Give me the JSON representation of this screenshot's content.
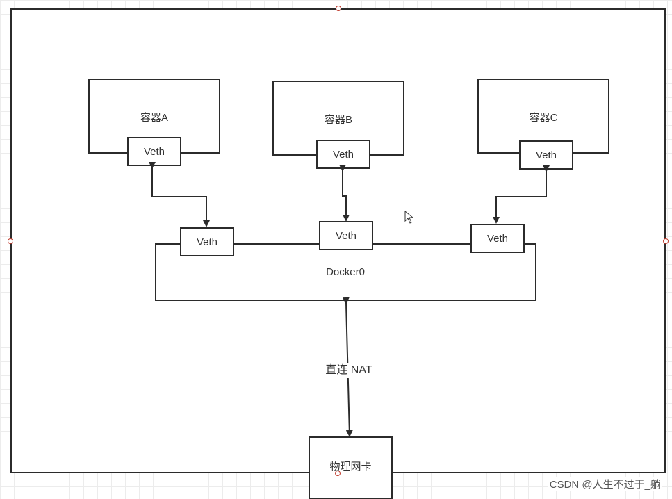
{
  "diagram": {
    "containers": [
      {
        "label": "容器A",
        "veth": "Veth"
      },
      {
        "label": "容器B",
        "veth": "Veth"
      },
      {
        "label": "容器C",
        "veth": "Veth"
      }
    ],
    "bridge": {
      "label": "Docker0",
      "veths": [
        "Veth",
        "Veth",
        "Veth"
      ]
    },
    "link_label": "直连 NAT",
    "nic_label": "物理网卡"
  },
  "watermark": "CSDN @人生不过于_躺",
  "colors": {
    "line": "#2b2b2b",
    "handle": "#c0392b",
    "grid": "#ececec"
  },
  "icons": [
    "mouse-cursor-icon"
  ]
}
